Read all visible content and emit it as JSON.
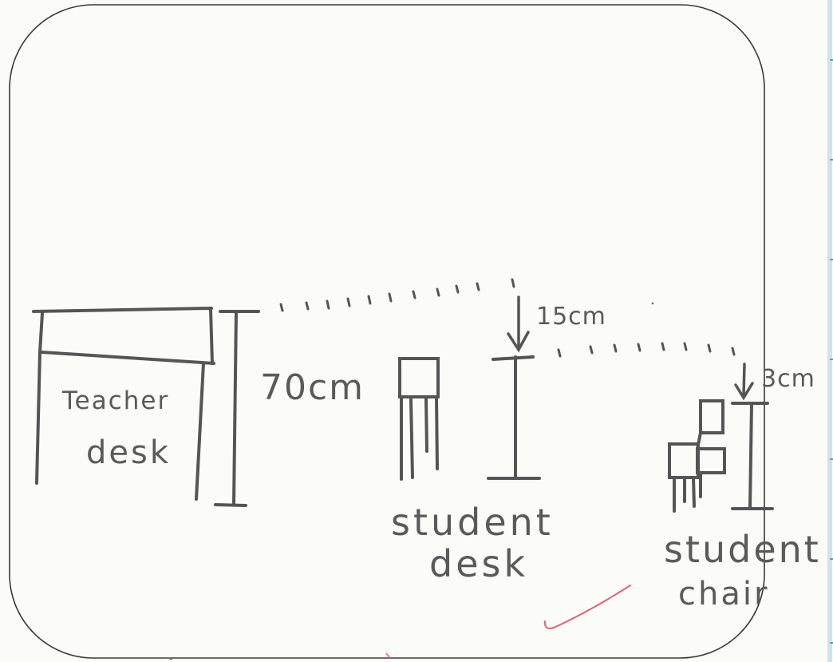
{
  "labels": {
    "teacher_desk_line1": "Teacher",
    "teacher_desk_line2": "desk",
    "student_desk_line1": "student",
    "student_desk_line2": "desk",
    "student_chair_line1": "student",
    "student_chair_line2": "chair"
  },
  "measurements": {
    "teacher_desk_height": "70cm",
    "desk_difference": "15cm",
    "chair_difference": "3cm"
  },
  "colors": {
    "pencil": "#555555",
    "frame": "#3a3a3a",
    "check_mark": "#e0607a",
    "notebook_rule": "#4fa6c8"
  }
}
